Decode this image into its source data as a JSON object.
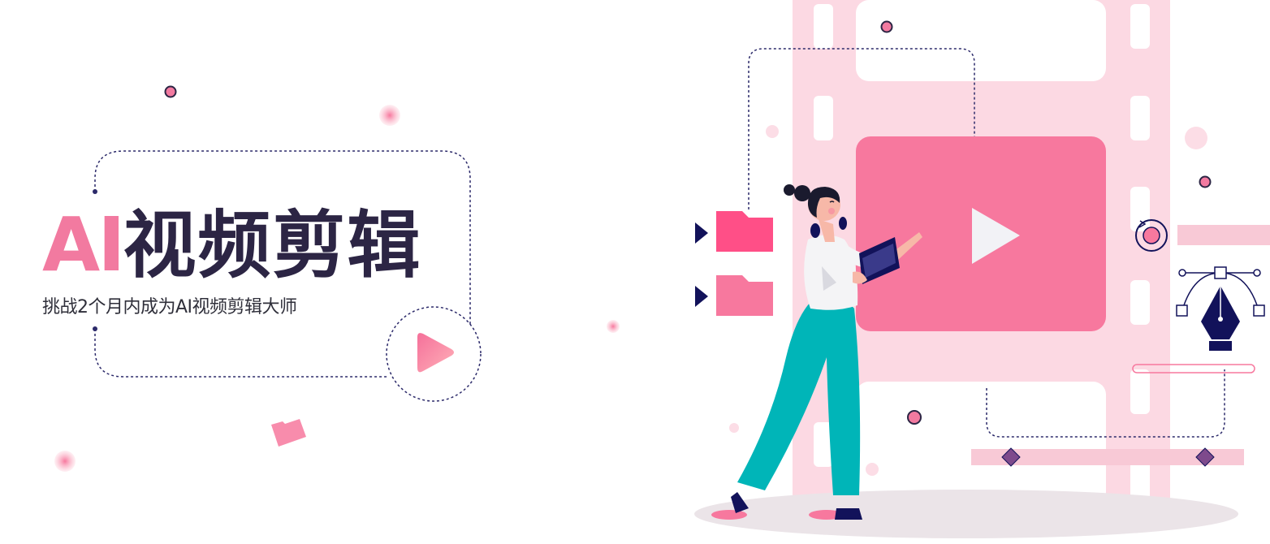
{
  "hero": {
    "title_ai": "AI",
    "title_cn": "视频剪辑",
    "subtitle": "挑战2个月内成为AI视频剪辑大师"
  },
  "colors": {
    "pink": "#f7789e",
    "dark": "#2c2544",
    "teal": "#00b5b8",
    "navy": "#12125a",
    "film": "#fcd9e3"
  },
  "icons": [
    "play-icon",
    "folder-icon",
    "pen-tool-icon",
    "diamond-icon",
    "rotate-icon"
  ]
}
